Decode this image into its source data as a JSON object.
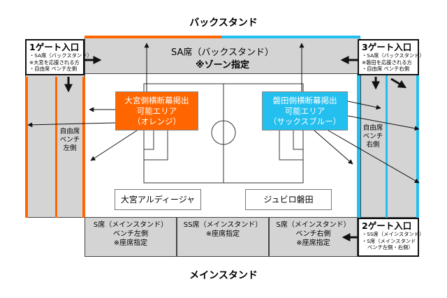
{
  "back_stand_title": "バックスタンド",
  "main_stand_title": "メインスタンド",
  "sa_seat": {
    "title": "SA席（バックスタンド）",
    "note": "※ゾーン指定"
  },
  "gates": {
    "gate1": {
      "title": "1ゲート入口",
      "lines": [
        "・SA席（バックスタンド）",
        "※大宮を応援される方",
        "・自由席 ベンチ左側"
      ]
    },
    "gate3": {
      "title": "3ゲート入口",
      "lines": [
        "・SA席（バックスタンド）",
        "※磐田を応援される方",
        "・自由席 ベンチ右側"
      ]
    },
    "gate2": {
      "title": "2ゲート入口",
      "lines": [
        "・SS席（メインスタンド）",
        "・S席（メインスタンド",
        "ベンチ左側・右側）"
      ]
    }
  },
  "banner_zones": {
    "omiya": {
      "lines": [
        "大宮側横断幕掲出",
        "可能エリア",
        "（オレンジ）"
      ],
      "color": "#ff6600"
    },
    "iwata": {
      "lines": [
        "磐田側横断幕掲出",
        "可能エリア",
        "（サックスブルー）"
      ],
      "color": "#22bfef"
    }
  },
  "teams": {
    "home_left": "大宮アルディージャ",
    "away_right": "ジュビロ磐田"
  },
  "free_seats": {
    "left": [
      "自由席",
      "ベンチ",
      "左側"
    ],
    "right": [
      "自由席",
      "ベンチ",
      "右側"
    ]
  },
  "main_stand_sections": [
    {
      "lines": [
        "S席（メインスタンド）",
        "ベンチ左側",
        "※座席指定"
      ]
    },
    {
      "lines": [
        "SS席（メインスタンド）",
        "※座席指定"
      ]
    },
    {
      "lines": [
        "S席（メインスタンド）",
        "ベンチ右側",
        "※座席指定"
      ]
    }
  ],
  "colors": {
    "omiya_orange": "#ff6600",
    "iwata_sax_blue": "#22bfef",
    "stand_gray": "#d4d4d4"
  }
}
